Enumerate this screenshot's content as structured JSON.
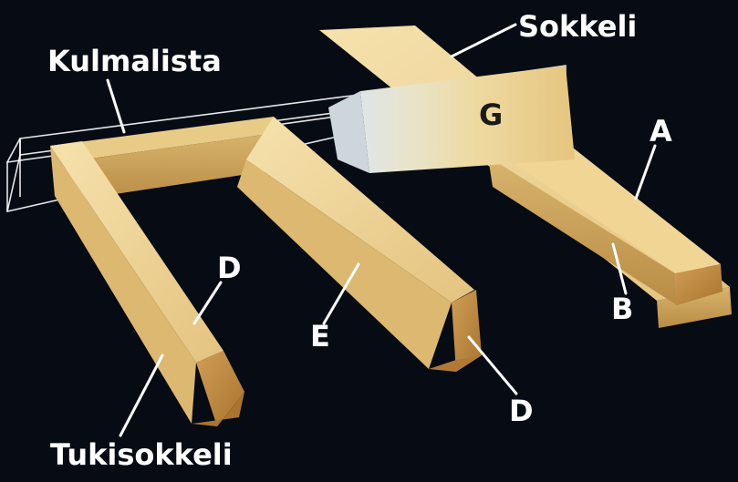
{
  "colors": {
    "background": "#060b14",
    "wood_light": "#f0d79a",
    "wood_mid": "#e3c27c",
    "wood_dark": "#c99e58",
    "wood_end": "#b8863e",
    "ghost_line": "#ffffff",
    "label_light": "#ffffff",
    "label_dark": "#1a1a1a"
  },
  "labels": {
    "sokkeli": "Sokkeli",
    "kulmalista": "Kulmalista",
    "g": "G",
    "a": "A",
    "b": "B",
    "d_left": "D",
    "e": "E",
    "d_right": "D",
    "tukisokkeli": "Tukisokkeli"
  }
}
